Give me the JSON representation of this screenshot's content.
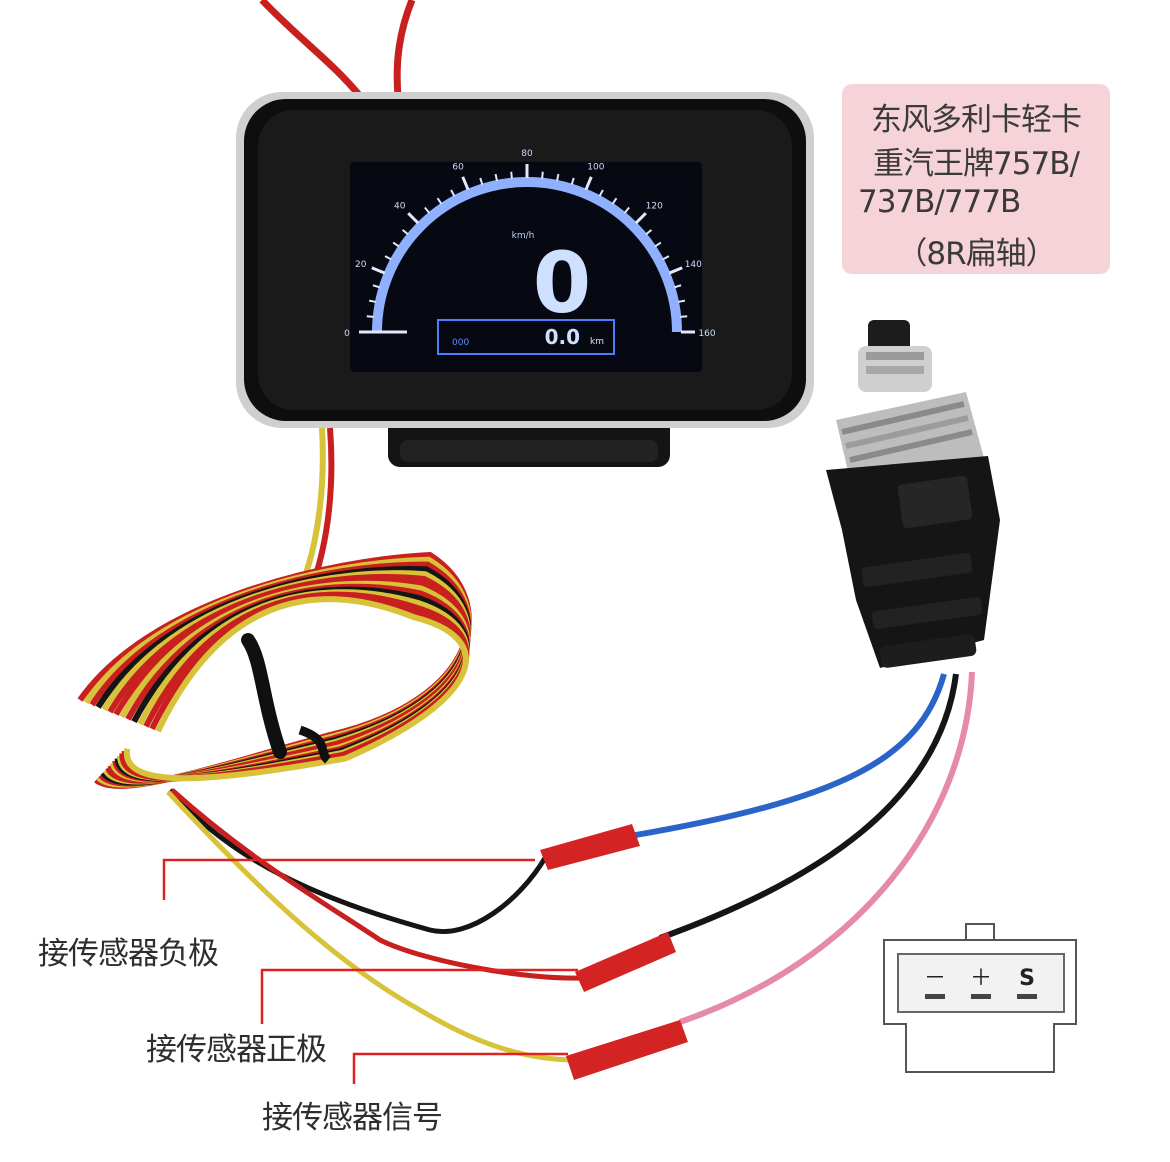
{
  "display": {
    "unit": "km/h",
    "speed_reading": "0",
    "odometer_reading": "0.0",
    "odometer_unit": "km",
    "odometer_left": "000",
    "scale_labels": [
      "0",
      "20",
      "40",
      "60",
      "80",
      "100",
      "120",
      "140",
      "160"
    ]
  },
  "model_box": {
    "lines": [
      "东风多利卡轻卡",
      "重汽王牌757B/",
      "737B/777B",
      "（8R扁轴）"
    ]
  },
  "wire_labels": {
    "negative": "接传感器负极",
    "positive": "接传感器正极",
    "signal": "接传感器信号"
  },
  "pin_diagram": {
    "pins": [
      "－",
      "＋",
      "S"
    ]
  },
  "colors": {
    "wire_red": "#d42323",
    "wire_yellow": "#d8c23a",
    "wire_blue": "#2b64c8",
    "wire_black": "#151515",
    "wire_pink": "#e58aa9",
    "lcd_blue": "#5d8dff",
    "label_box": "#f6d3d8",
    "pointer_line": "#d22"
  }
}
